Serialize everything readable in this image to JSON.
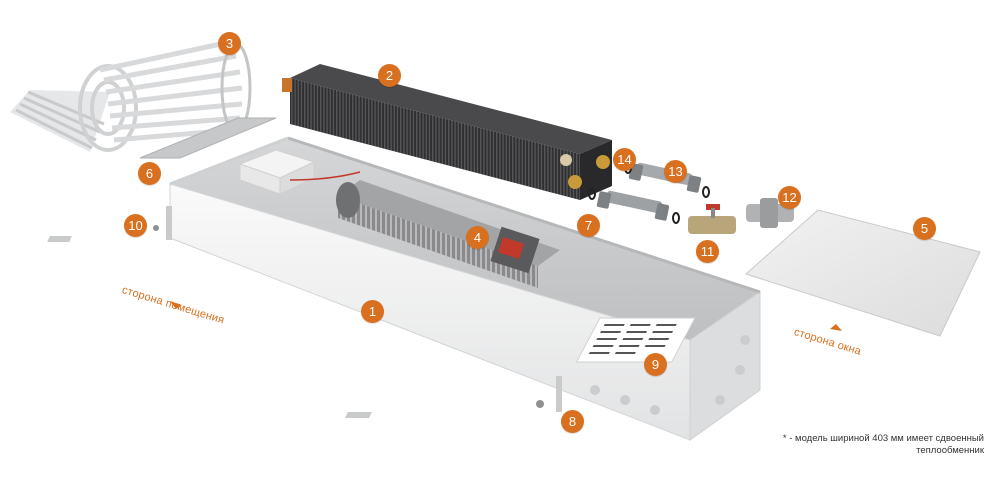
{
  "colors": {
    "accent": "#d9701f",
    "metal": "#e9e9ea",
    "dark_fins": "#3a3a3c"
  },
  "callouts": [
    {
      "id": "1",
      "label": "1"
    },
    {
      "id": "2",
      "label": "2"
    },
    {
      "id": "3",
      "label": "3"
    },
    {
      "id": "4",
      "label": "4"
    },
    {
      "id": "5",
      "label": "5"
    },
    {
      "id": "6",
      "label": "6"
    },
    {
      "id": "7",
      "label": "7"
    },
    {
      "id": "8",
      "label": "8"
    },
    {
      "id": "9",
      "label": "9"
    },
    {
      "id": "10",
      "label": "10"
    },
    {
      "id": "11",
      "label": "11"
    },
    {
      "id": "12",
      "label": "12"
    },
    {
      "id": "13",
      "label": "13"
    },
    {
      "id": "14",
      "label": "14"
    }
  ],
  "labels": {
    "room_side": "сторона помещения",
    "window_side": "сторона окна"
  },
  "footnote": {
    "line1": "* -   модель шириной 403 мм имеет сдвоенный",
    "line2": "теплообменник"
  }
}
